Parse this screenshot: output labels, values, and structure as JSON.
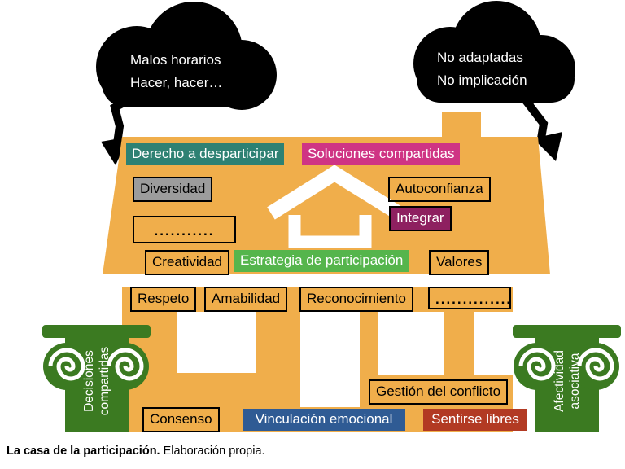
{
  "figure": {
    "caption_title": "La casa de la participación.",
    "caption_text": "Elaboración propia."
  },
  "clouds": {
    "left": {
      "lines": [
        "Malos horarios",
        "Hacer, hacer…"
      ]
    },
    "right": {
      "lines": [
        "No adaptadas",
        "No implicación"
      ]
    }
  },
  "labels": {
    "derecho": {
      "text": "Derecho a desparticipar"
    },
    "soluciones": {
      "text": "Soluciones compartidas"
    },
    "diversidad": {
      "text": "Diversidad"
    },
    "autoconfianza": {
      "text": "Autoconfianza"
    },
    "integrar": {
      "text": "Integrar"
    },
    "dots_roof": {
      "text": "..........."
    },
    "creatividad": {
      "text": "Creatividad"
    },
    "estrategia": {
      "text": "Estrategia de participación"
    },
    "valores": {
      "text": "Valores"
    },
    "respeto": {
      "text": "Respeto"
    },
    "amabilidad": {
      "text": "Amabilidad"
    },
    "reconocimiento": {
      "text": "Reconocimiento"
    },
    "dots_wall": {
      "text": ".............."
    },
    "gestion": {
      "text": "Gestión del conflicto"
    },
    "consenso": {
      "text": "Consenso"
    },
    "vinculacion": {
      "text": "Vinculación emocional"
    },
    "sentirse": {
      "text": "Sentirse libres"
    }
  },
  "columns": {
    "left": {
      "lines": [
        "Decisiones",
        "compartidas"
      ]
    },
    "right": {
      "lines": [
        "Afectividad",
        "asociativa"
      ]
    }
  },
  "colors": {
    "orange": "#F0AE4B",
    "teal": "#2E8173",
    "magenta": "#CF3484",
    "gray": "#9C9C9C",
    "plum": "#8E2060",
    "green": "#55B54C",
    "column-green": "#3B7A21",
    "blue": "#2F5B94",
    "red": "#B23A23",
    "black": "#000000"
  }
}
